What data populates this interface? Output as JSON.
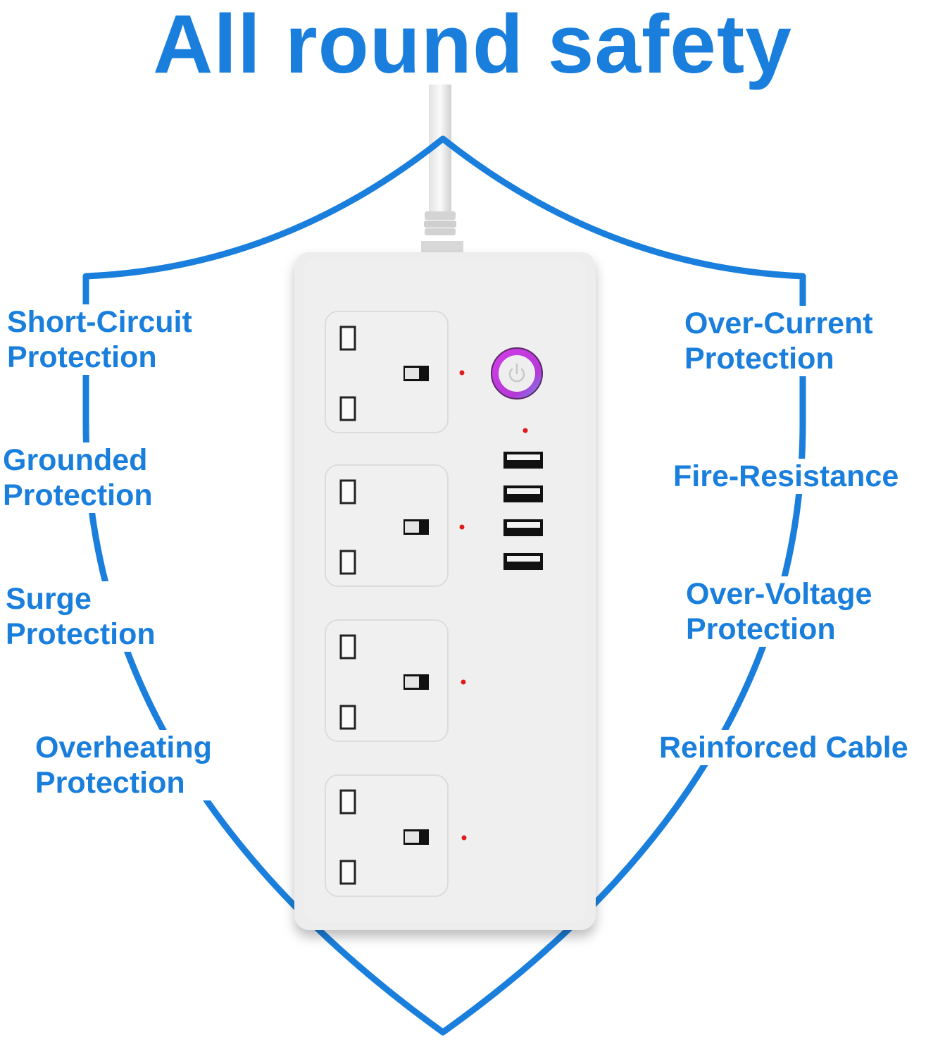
{
  "title": "All round safety",
  "colors": {
    "brand_blue": "#1a7fdc",
    "strip_body": "#ececec",
    "indicator_red": "#e01b1b",
    "ring": "#c23be0"
  },
  "features_left": [
    {
      "line1": "Short-Circuit",
      "line2": "Protection"
    },
    {
      "line1": "Grounded",
      "line2": "Protection"
    },
    {
      "line1": "Surge",
      "line2": "Protection"
    },
    {
      "line1": "Overheating",
      "line2": "Protection"
    }
  ],
  "features_right": [
    {
      "line1": "Over-Current",
      "line2": "Protection"
    },
    {
      "line1": "Fire-Resistance",
      "line2": ""
    },
    {
      "line1": "Over-Voltage",
      "line2": "Protection"
    },
    {
      "line1": "Reinforced Cable",
      "line2": ""
    }
  ],
  "product": {
    "name": "power-strip",
    "socket_count": 4,
    "usb_port_count": 4,
    "power_button_icon": "power-icon"
  }
}
